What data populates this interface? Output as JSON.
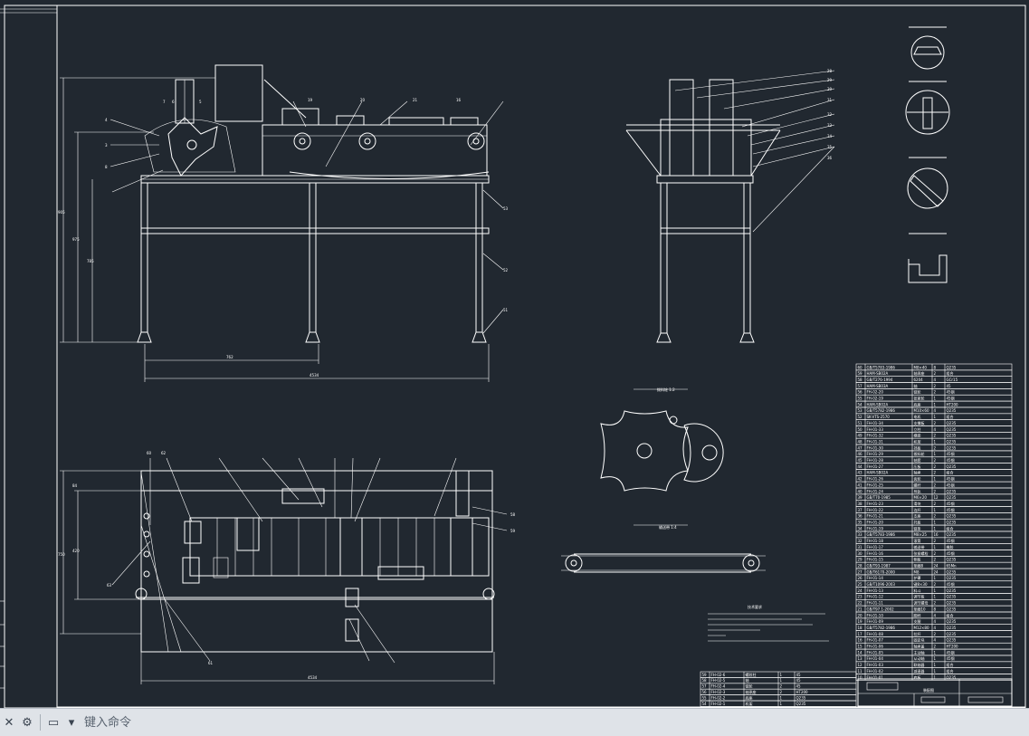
{
  "command_line": {
    "close_label": "✕",
    "customize_label": "⚙",
    "history_label": "▭",
    "placeholder": "键入命令"
  },
  "drawing": {
    "front_view_dims": [
      "905",
      "975",
      "785",
      "762",
      "4534"
    ],
    "top_view_dims": [
      "4534",
      "750",
      "420",
      "84"
    ],
    "left_callouts": [
      "4",
      "3",
      "8",
      "7",
      "6",
      "5",
      "19",
      "20",
      "21",
      "16"
    ],
    "right_callouts": [
      "53",
      "52",
      "51"
    ],
    "side_callouts": [
      "28",
      "29",
      "30",
      "31",
      "32",
      "33",
      "34",
      "35",
      "36"
    ],
    "top_callouts": [
      "60",
      "62",
      "63",
      "61",
      "58",
      "59"
    ],
    "notes_title": "技术要求",
    "detail_titles": [
      "拨料轮 1:2",
      "输送带 1:4"
    ]
  },
  "bom": {
    "rows": [
      [
        "60",
        "GB/T5783-1986",
        "M8×40",
        "8",
        "Q235"
      ],
      [
        "59",
        "HAM-SB02A",
        "轴承座",
        "2",
        "组合"
      ],
      [
        "58",
        "GB/T276-1994",
        "6204",
        "4",
        "GCr15"
      ],
      [
        "57",
        "HAM-SB03A",
        "轴",
        "2",
        "45"
      ],
      [
        "56",
        "FH-02-20",
        "链轮",
        "2",
        "45钢"
      ],
      [
        "55",
        "FH-02-19",
        "张紧轮",
        "1",
        "45钢"
      ],
      [
        "54",
        "HAM-SB02A",
        "底座",
        "1",
        "HT200"
      ],
      [
        "53",
        "GB/T5782-1986",
        "M10×60",
        "4",
        "Q235"
      ],
      [
        "52",
        "SK-VTS-2570",
        "电机",
        "1",
        "组合"
      ],
      [
        "51",
        "FH-01-34",
        "支撑板",
        "2",
        "Q235"
      ],
      [
        "50",
        "FH-01-33",
        "立柱",
        "4",
        "Q235"
      ],
      [
        "49",
        "FH-01-32",
        "横梁",
        "2",
        "Q235"
      ],
      [
        "48",
        "FH-01-31",
        "机架",
        "1",
        "Q235"
      ],
      [
        "47",
        "FH-01-30",
        "挡板",
        "2",
        "Q235"
      ],
      [
        "46",
        "FH-01-29",
        "拨料轮",
        "1",
        "45钢"
      ],
      [
        "45",
        "FH-01-28",
        "轴套",
        "2",
        "45钢"
      ],
      [
        "44",
        "FH-01-27",
        "压板",
        "2",
        "Q235"
      ],
      [
        "43",
        "HAM-SB02A",
        "轴承",
        "2",
        "组合"
      ],
      [
        "42",
        "FH-01-26",
        "齿轮",
        "1",
        "45钢"
      ],
      [
        "41",
        "FH-01-25",
        "螺杆",
        "2",
        "45钢"
      ],
      [
        "40",
        "FH-01-24",
        "导轨",
        "2",
        "Q235"
      ],
      [
        "39",
        "GB/T70-1985",
        "M6×20",
        "12",
        "Q235"
      ],
      [
        "38",
        "FH-01-23",
        "滑块",
        "2",
        "45钢"
      ],
      [
        "37",
        "FH-01-22",
        "连杆",
        "1",
        "45钢"
      ],
      [
        "36",
        "FH-01-21",
        "支座",
        "2",
        "Q235"
      ],
      [
        "35",
        "FH-01-20",
        "托板",
        "1",
        "Q235"
      ],
      [
        "34",
        "FH-01-19",
        "链条",
        "1",
        "组合"
      ],
      [
        "33",
        "GB/T5783-1986",
        "M8×25",
        "16",
        "Q235"
      ],
      [
        "32",
        "FH-01-18",
        "滚筒",
        "2",
        "45钢"
      ],
      [
        "31",
        "FH-01-17",
        "输送带",
        "1",
        "橡胶"
      ],
      [
        "30",
        "FH-01-16",
        "张紧螺栓",
        "2",
        "45钢"
      ],
      [
        "29",
        "FH-01-15",
        "侧板",
        "2",
        "Q235"
      ],
      [
        "28",
        "GB/T93-1987",
        "垫圈8",
        "24",
        "65Mn"
      ],
      [
        "27",
        "GB/T6170-2000",
        "M8",
        "24",
        "Q235"
      ],
      [
        "26",
        "FH-01-14",
        "护罩",
        "1",
        "Q235"
      ],
      [
        "25",
        "GB/T1096-2003",
        "键8×30",
        "2",
        "45钢"
      ],
      [
        "24",
        "FH-01-13",
        "料斗",
        "1",
        "Q235"
      ],
      [
        "23",
        "FH-01-12",
        "调节板",
        "1",
        "Q235"
      ],
      [
        "22",
        "FH-01-11",
        "调节螺母",
        "2",
        "Q235"
      ],
      [
        "21",
        "GB/T97.1-2002",
        "垫圈10",
        "8",
        "Q235"
      ],
      [
        "20",
        "FH-01-10",
        "脚杯",
        "4",
        "组合"
      ],
      [
        "19",
        "FH-01-09",
        "支腿",
        "4",
        "Q235"
      ],
      [
        "18",
        "GB/T5782-1986",
        "M12×80",
        "4",
        "Q235"
      ],
      [
        "17",
        "FH-01-08",
        "拉杆",
        "2",
        "Q235"
      ],
      [
        "16",
        "FH-01-07",
        "固定块",
        "4",
        "Q235"
      ],
      [
        "15",
        "FH-01-06",
        "轴承盖",
        "2",
        "HT200"
      ],
      [
        "14",
        "FH-01-05",
        "主动轴",
        "1",
        "45钢"
      ],
      [
        "13",
        "FH-01-04",
        "从动轴",
        "1",
        "45钢"
      ],
      [
        "12",
        "FH-01-03",
        "联轴器",
        "1",
        "组合"
      ],
      [
        "11",
        "FH-01-02",
        "减速器",
        "1",
        "组合"
      ],
      [
        "10",
        "FH-01-01",
        "底板",
        "1",
        "Q235"
      ]
    ],
    "lower_rows": [
      [
        "59",
        "FH-02-6",
        "螺纹柱",
        "1",
        "45"
      ],
      [
        "58",
        "FH-02-5",
        "轴",
        "1",
        "45"
      ],
      [
        "57",
        "FH-02-4",
        "链轮",
        "2",
        "45"
      ],
      [
        "56",
        "FH-02-3",
        "轴承座",
        "2",
        "HT200"
      ],
      [
        "55",
        "FH-02-2",
        "底座",
        "1",
        "Q235"
      ],
      [
        "54",
        "FH-02-1",
        "机架",
        "1",
        "Q235"
      ]
    ],
    "title_cell": "装配图"
  }
}
